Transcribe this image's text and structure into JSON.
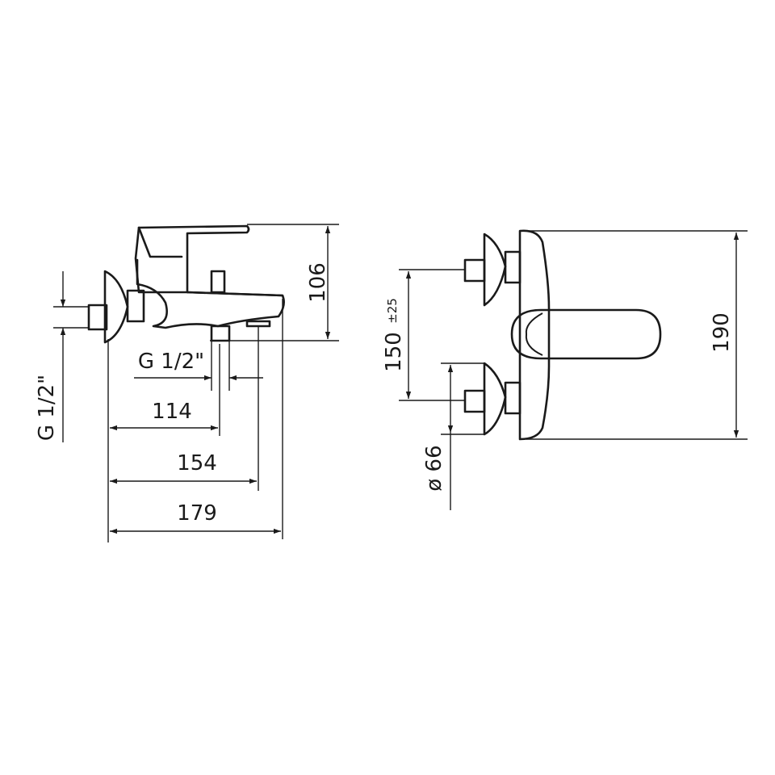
{
  "side_view": {
    "dim_106": "106",
    "dim_114": "114",
    "dim_154": "154",
    "dim_179": "179",
    "thread_outlet": "G 1/2\"",
    "thread_inlet": "G 1/2\""
  },
  "front_view": {
    "dim_190": "190",
    "dim_150": "150",
    "dim_150_tol": "±25",
    "dim_dia_66": "ø 66"
  },
  "colors": {
    "line": "#1a1a1a",
    "background": "#ffffff"
  }
}
